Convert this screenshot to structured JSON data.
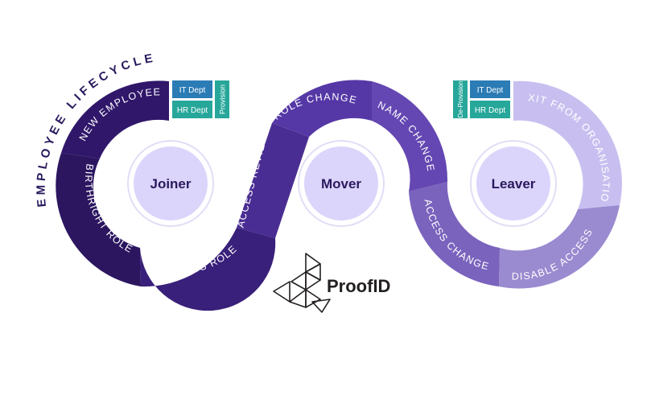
{
  "title": "EMPLOYEE LIFECYCLE",
  "hubs": [
    {
      "key": "joiner",
      "label": "Joiner"
    },
    {
      "key": "mover",
      "label": "Mover"
    },
    {
      "key": "leaver",
      "label": "Leaver"
    }
  ],
  "stages": [
    {
      "key": "birthright-role",
      "label": "BIRTHRIGHT ROLE",
      "color": "#2c1660"
    },
    {
      "key": "new-employee",
      "label": "NEW EMPLOYEE",
      "color": "#30176a"
    },
    {
      "key": "business-role",
      "label": "BUSINESS ROLE",
      "color": "#39207a"
    },
    {
      "key": "access-review",
      "label": "ACCESS REVIEW",
      "color": "#4a2d93"
    },
    {
      "key": "role-change",
      "label": "ROLE CHANGE",
      "color": "#5538a6"
    },
    {
      "key": "name-change",
      "label": "NAME CHANGE",
      "color": "#6447b2"
    },
    {
      "key": "access-change",
      "label": "ACCESS CHANGE",
      "color": "#7a63bd"
    },
    {
      "key": "disable-access",
      "label": "DISABLE ACCESS",
      "color": "#9a8ad0"
    },
    {
      "key": "exit-from-organisation",
      "label": "EXIT FROM ORGANISATION",
      "color": "#c8bff0"
    }
  ],
  "joiner_tags": {
    "it_dept": "IT Dept",
    "hr_dept": "HR Dept",
    "action": "Provision"
  },
  "leaver_tags": {
    "it_dept": "IT Dept",
    "hr_dept": "HR Dept",
    "action": "De-Provision"
  },
  "colors": {
    "tag_blue": "#2b7bb5",
    "tag_teal": "#27a79a",
    "hub_fill": "#dcd5fb",
    "hub_text": "#2a1a5e"
  },
  "brand": {
    "name": "ProofID"
  }
}
